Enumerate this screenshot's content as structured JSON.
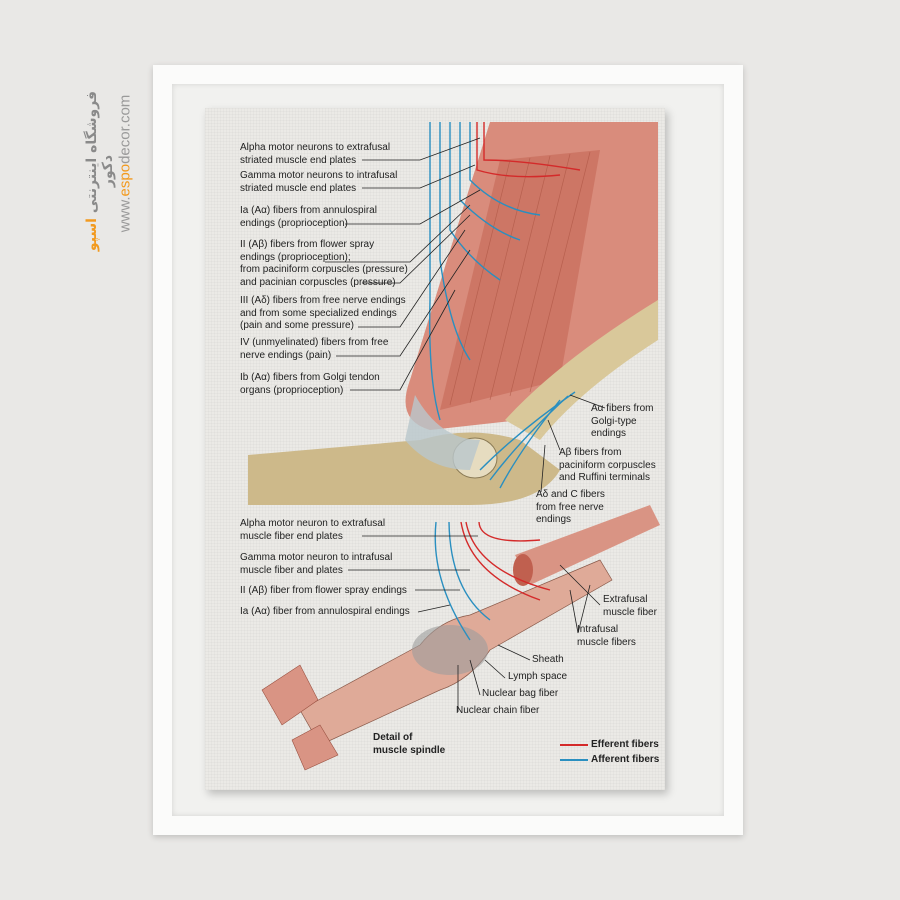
{
  "watermark": {
    "persian_prefix": "فروشگاه اینترنتی",
    "persian_brand": "اسپو",
    "persian_suffix": "دکور",
    "url_prefix": "www.",
    "url_brand": "espo",
    "url_suffix": "decor.com"
  },
  "poster": {
    "top_labels": [
      "Alpha motor neurons to extrafusal\nstriated muscle end plates",
      "Gamma motor neurons to intrafusal\nstriated muscle end plates",
      "Ia (Aα) fibers from annulospiral\nendings (proprioception)",
      "II (Aβ) fibers from flower spray\nendings (proprioception);\nfrom paciniform corpuscles (pressure)\nand pacinian corpuscles (pressure)",
      "III (Aδ) fibers from free nerve endings\nand from some specialized endings\n(pain and some pressure)",
      "IV (unmyelinated) fibers from free\nnerve endings (pain)",
      "Ib (Aα) fibers from Golgi tendon\norgans (proprioception)"
    ],
    "joint_labels": [
      "Aα fibers from\nGolgi-type\nendings",
      "Aβ fibers from\npaciniform corpuscles\nand Ruffini terminals",
      "Aδ and C fibers\nfrom free nerve\nendings"
    ],
    "spindle_left_labels": [
      "Alpha motor neuron to extrafusal\nmuscle fiber end plates",
      "Gamma motor neuron to intrafusal\nmuscle fiber and plates",
      "II (Aβ) fiber from flower spray endings",
      "Ia (Aα) fiber from annulospiral endings"
    ],
    "spindle_right_labels": {
      "extrafusal": "Extrafusal\nmuscle fiber",
      "intrafusal": "Intrafusal\nmuscle fibers",
      "sheath": "Sheath",
      "lymph": "Lymph space",
      "bag": "Nuclear bag fiber",
      "chain": "Nuclear chain fiber"
    },
    "caption": "Detail of\nmuscle spindle",
    "legend": {
      "efferent": "Efferent fibers",
      "afferent": "Afferent fibers",
      "efferent_color": "#d42a2a",
      "afferent_color": "#2a8fc0"
    }
  }
}
